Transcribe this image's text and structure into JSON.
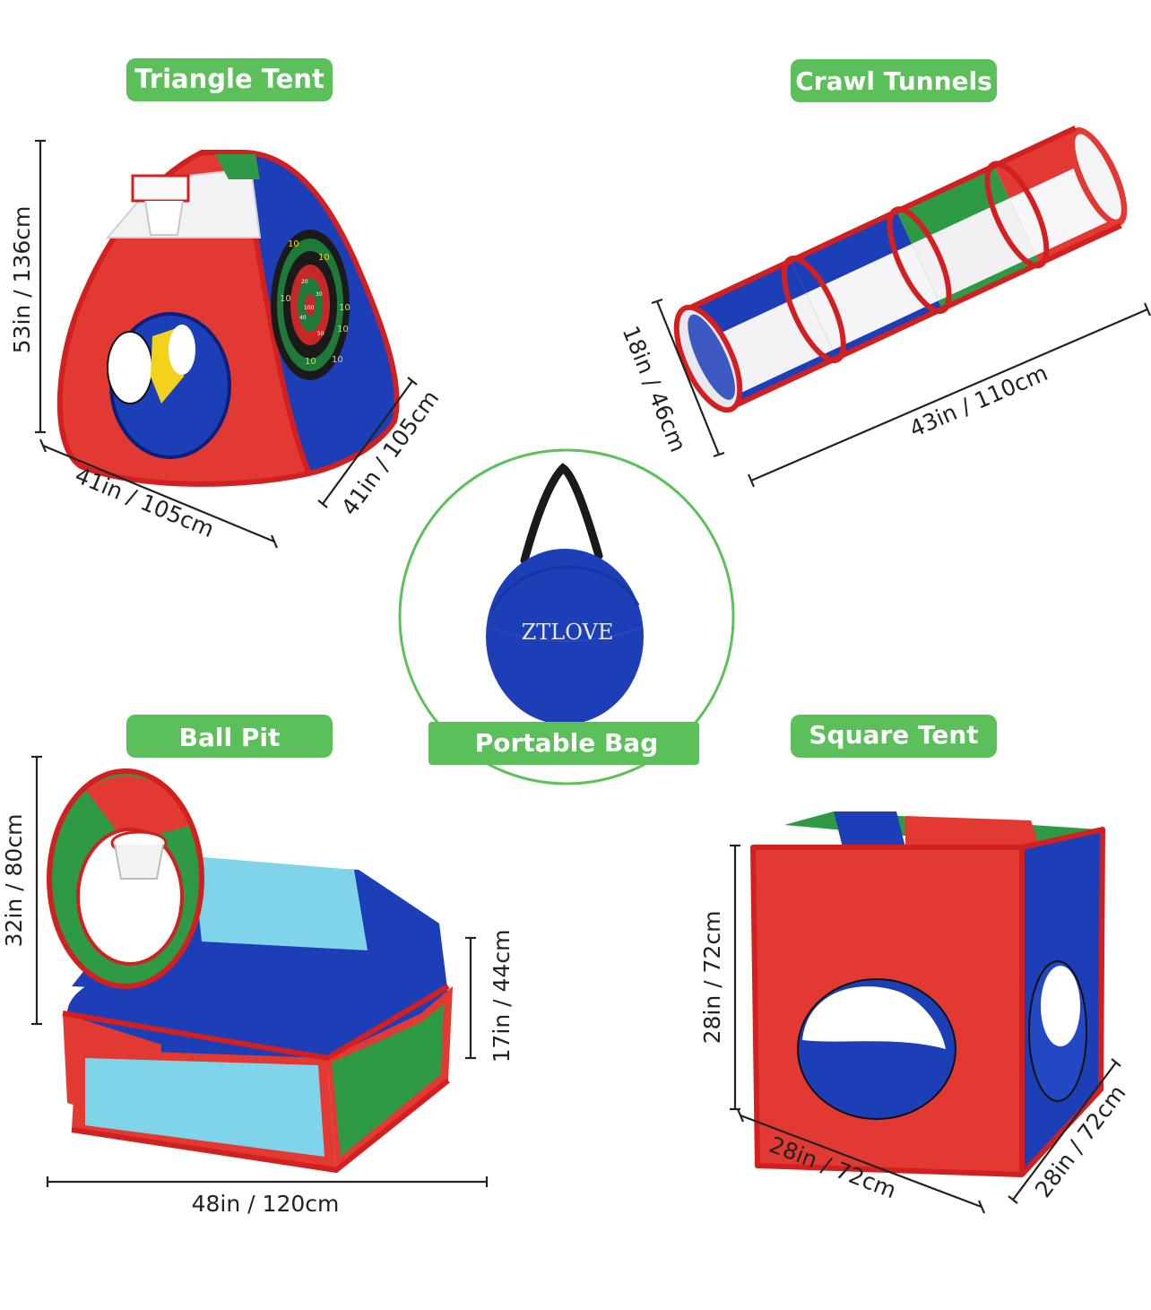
{
  "labels": {
    "triangle_tent": "Triangle Tent",
    "crawl_tunnels": "Crawl Tunnels",
    "portable_bag": "Portable Bag",
    "ball_pit": "Ball Pit",
    "square_tent": "Square Tent"
  },
  "dimensions": {
    "triangle_height": "53in / 136cm",
    "triangle_width": "41in / 105cm",
    "triangle_depth": "41in / 105cm",
    "tunnel_diameter": "18in / 46cm",
    "tunnel_length": "43in / 110cm",
    "pit_height": "32in / 80cm",
    "pit_wall": "17in / 44cm",
    "pit_width": "48in / 120cm",
    "square_height": "28in / 72cm",
    "square_width": "28in / 72cm",
    "square_depth": "28in / 72cm"
  },
  "bag_brand": "ZTLOVE",
  "dartboard_numbers": [
    "10",
    "10",
    "10",
    "10",
    "10",
    "10",
    "10",
    "20",
    "30",
    "40",
    "50",
    "100"
  ],
  "colors": {
    "label_green": "#5bbf5a",
    "red": "#e23a32",
    "blue": "#1c3fb8",
    "green": "#2e9a45",
    "light_blue": "#7fd4ea",
    "yellow": "#f2d21c",
    "circle_outline": "#5cc15a"
  }
}
